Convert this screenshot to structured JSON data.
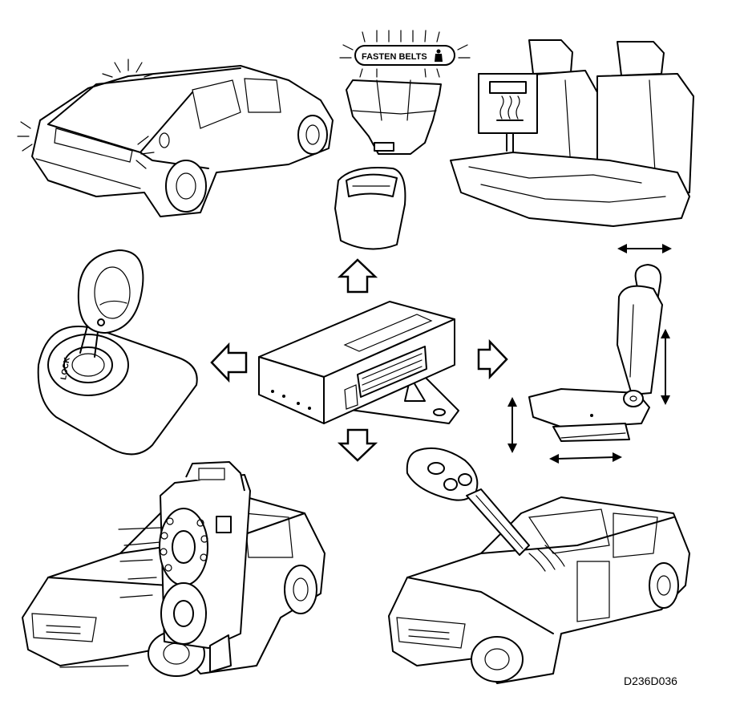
{
  "belt_warning_label": "FASTEN BELTS",
  "lock_label": "LOCK",
  "figure_code": "D236D036"
}
